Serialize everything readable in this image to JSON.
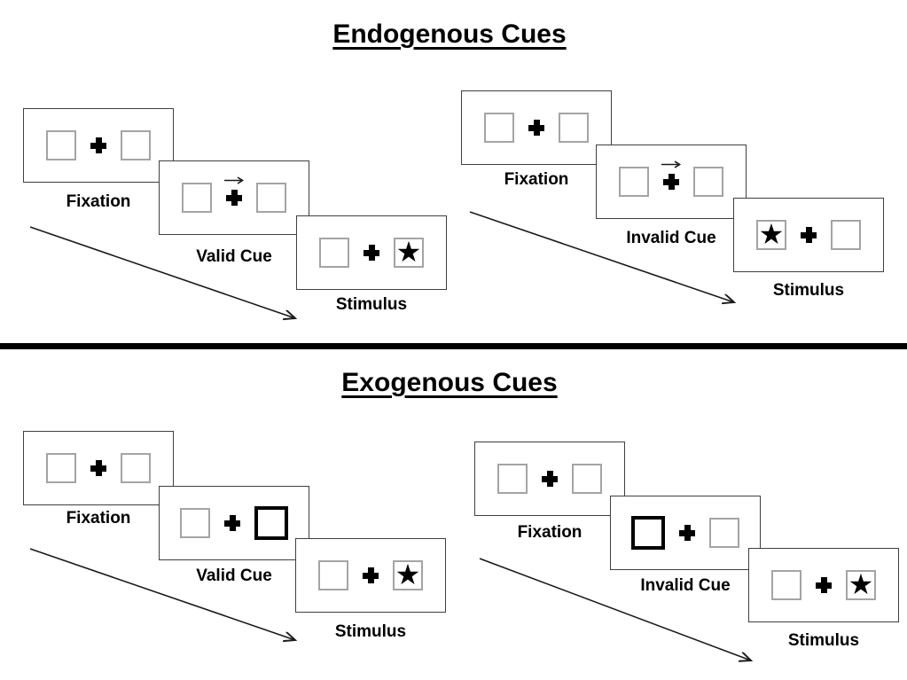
{
  "sections": [
    {
      "title": "Endogenous Cues",
      "panels": [
        {
          "name": "endogenous-valid",
          "cue_type": "central arrow pointing right above fixation cross",
          "stimulus_star_side": "right",
          "cards": [
            {
              "label": "Fixation"
            },
            {
              "label": "Valid Cue"
            },
            {
              "label": "Stimulus"
            }
          ]
        },
        {
          "name": "endogenous-invalid",
          "cue_type": "central arrow pointing right above fixation cross",
          "stimulus_star_side": "left",
          "cards": [
            {
              "label": "Fixation"
            },
            {
              "label": "Invalid Cue"
            },
            {
              "label": "Stimulus"
            }
          ]
        }
      ]
    },
    {
      "title": "Exogenous Cues",
      "panels": [
        {
          "name": "exogenous-valid",
          "cue_type": "thick-bordered box on right side",
          "stimulus_star_side": "right",
          "cards": [
            {
              "label": "Fixation"
            },
            {
              "label": "Valid Cue"
            },
            {
              "label": "Stimulus"
            }
          ]
        },
        {
          "name": "exogenous-invalid",
          "cue_type": "thick-bordered box on left side",
          "stimulus_star_side": "right",
          "cards": [
            {
              "label": "Fixation"
            },
            {
              "label": "Invalid Cue"
            },
            {
              "label": "Stimulus"
            }
          ]
        }
      ]
    }
  ],
  "symbols": {
    "star": "★"
  },
  "colors": {
    "ink": "#000000",
    "card_border": "#3f3f3f",
    "square_border": "#a4a4a4"
  }
}
